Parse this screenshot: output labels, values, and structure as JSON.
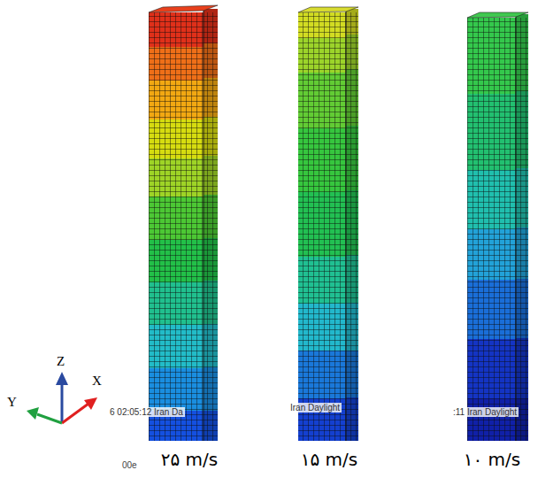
{
  "diagram": {
    "labels": [
      "Z",
      "X",
      "Y",
      "6 02:05:12 Iran Da",
      "Iran Daylight",
      ":11 Iran Daylight",
      "00e",
      "۲۵ m/s",
      "۱۵ m/s",
      "۱۰ m/s"
    ]
  }
}
